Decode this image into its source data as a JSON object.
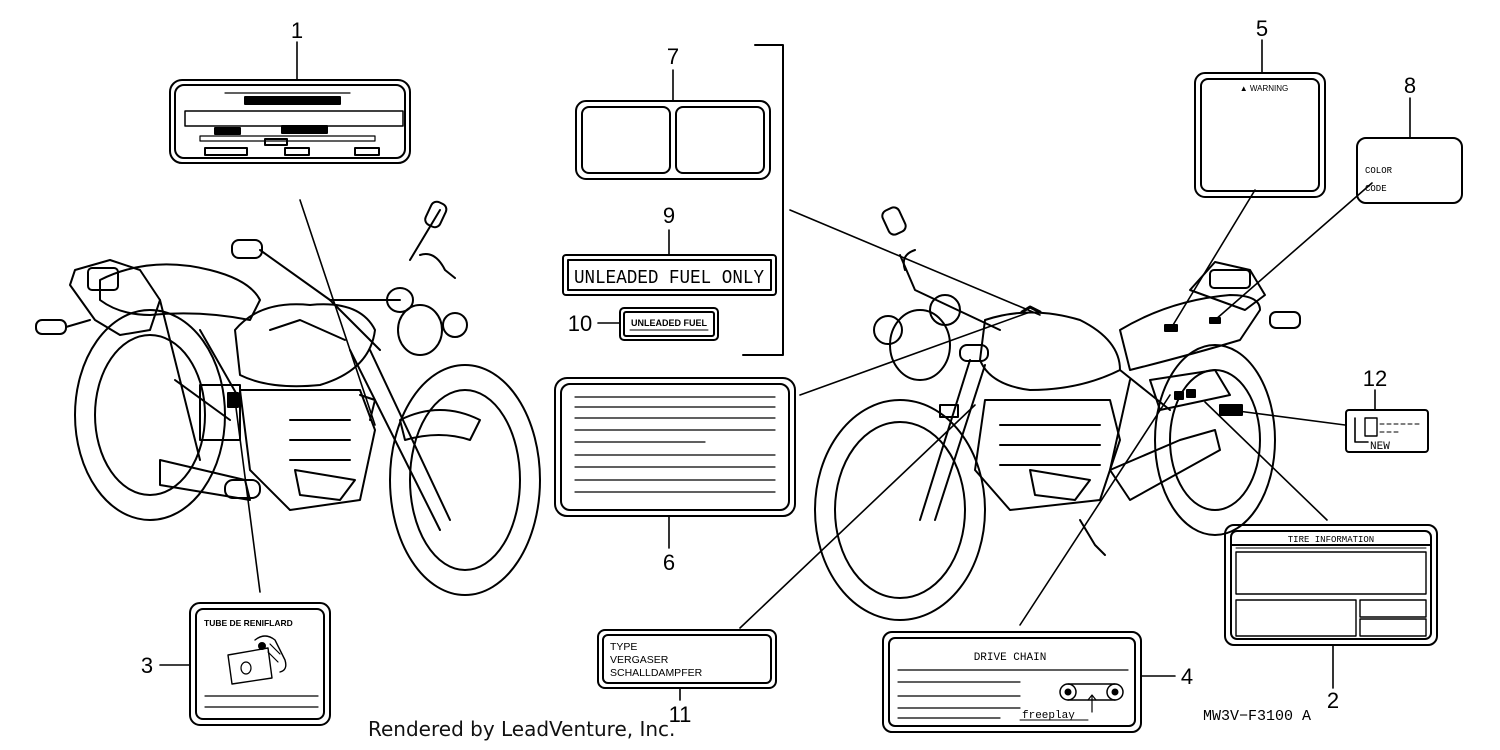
{
  "callouts": [
    "1",
    "2",
    "3",
    "4",
    "5",
    "6",
    "7",
    "8",
    "9",
    "10",
    "11",
    "12"
  ],
  "label_warning": "▲ WARNING",
  "label_color": "COLOR",
  "label_code": "CODE",
  "label_unleaded_only": "UNLEADED FUEL ONLY",
  "label_unleaded": "UNLEADED FUEL",
  "label_tube": "TUBE DE RENIFLARD",
  "label_type": "TYPE",
  "label_vergaser": "VERGASER",
  "label_schall": "SCHALLDAMPFER",
  "label_drive_chain": "DRIVE CHAIN",
  "label_freeplay": "freeplay",
  "label_tire_info": "TIRE INFORMATION",
  "label_new": "NEW",
  "diagram_code": "MW3V−F3100 A",
  "rendered_by": "Rendered by LeadVenture, Inc."
}
